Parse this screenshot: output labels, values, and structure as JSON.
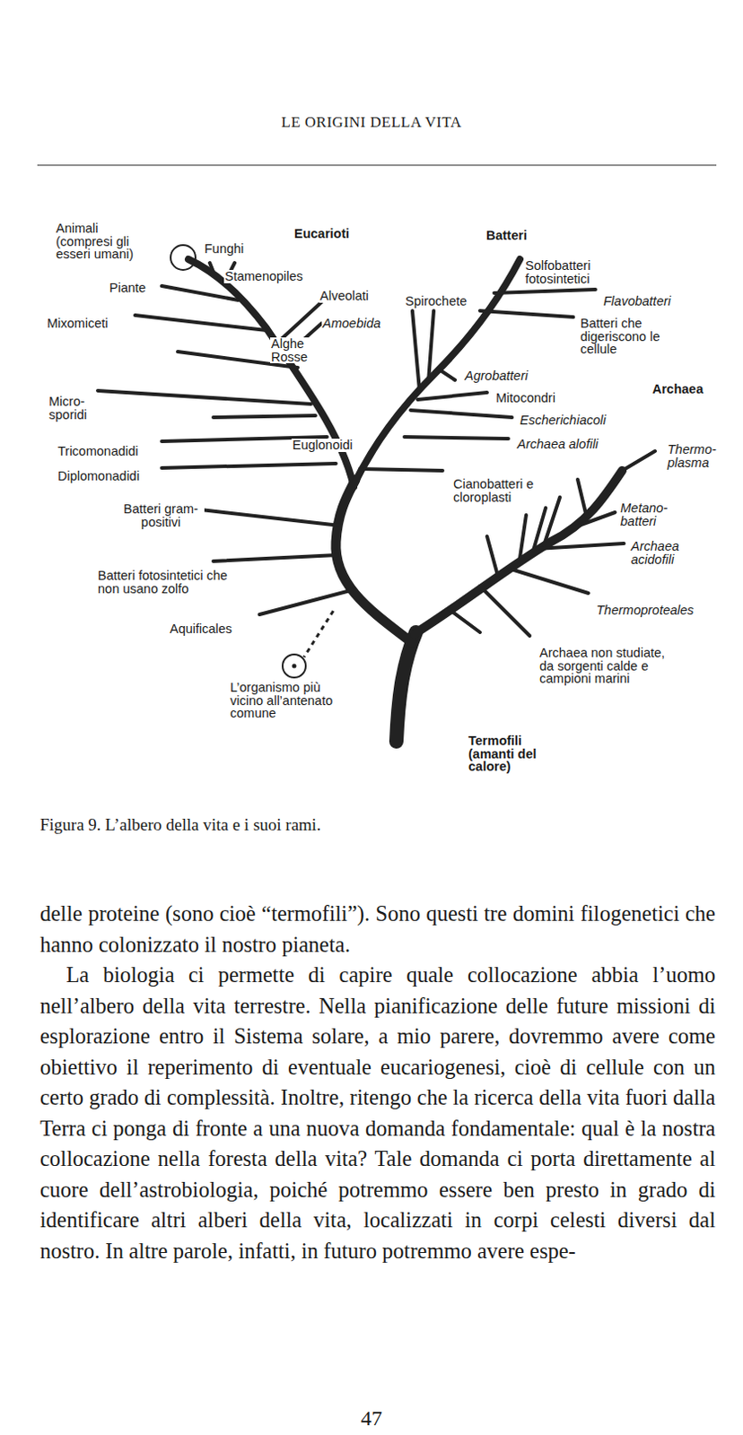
{
  "diagram": {
    "title": "LE ORIGINI DELLA VITA",
    "caption": "Figura 9. L’albero della vita e i suoi rami.",
    "labels": [
      "Animali (compresi gli esseri umani)",
      "Funghi",
      "Eucarioti",
      "Batteri",
      "Solfobatteri fotosintetici",
      "Stamenopiles",
      "Piante",
      "Alveolati",
      "Spirochete",
      "Flavobatteri",
      "Mixomiceti",
      "Amoebida",
      "Batteri che digeriscono le cellule",
      "Alghe Rosse",
      "Agrobatteri",
      "Archaea",
      "Mitocondri",
      "Micro-sporidi",
      "Escherichiacoli",
      "Tricomonadidi",
      "Euglonoidi",
      "Archaea alofili",
      "Thermo-plasma",
      "Diplomonadidi",
      "Cianobatteri e cloroplasti",
      "Batteri gram-positivi",
      "Metano-batteri",
      "Archaea acidofili",
      "Batteri fotosintetici che non usano zolfo",
      "Thermoproteales",
      "Aquificales",
      "Archaea non studiate, da sorgenti calde e campioni marini",
      "L’organismo più vicino all’antenato comune",
      "Termofili (amanti del calore)",
      "delle proteine (sono cioè “termofili”). Sono questi tre domini filogenetici che hanno colonizzato il nostro pianeta.",
      "La biologia ci permette di capire quale collocazione abbia l’uomo nell’albero della vita terrestre. Nella pianificazione delle future missioni di esplorazione entro il Sistema solare, a mio parere, dovremmo avere come obiettivo il reperimento di eventuale eucariogenesi, cioè di cellule con un certo grado di complessità. Inoltre, ritengo che la ricerca della vita fuori dalla Terra ci ponga di fronte a una nuova domanda fondamentale: qual è la nostra collocazione nella foresta della vita? Tale domanda ci porta direttamente al cuore dell’astrobiologia, poiché potremmo essere ben presto in grado di identificare altri alberi della vita, localizzati in corpi celesti diversi dal nostro. In altre parole, infatti, in futuro potremmo avere espe-",
      "47"
    ]
  }
}
